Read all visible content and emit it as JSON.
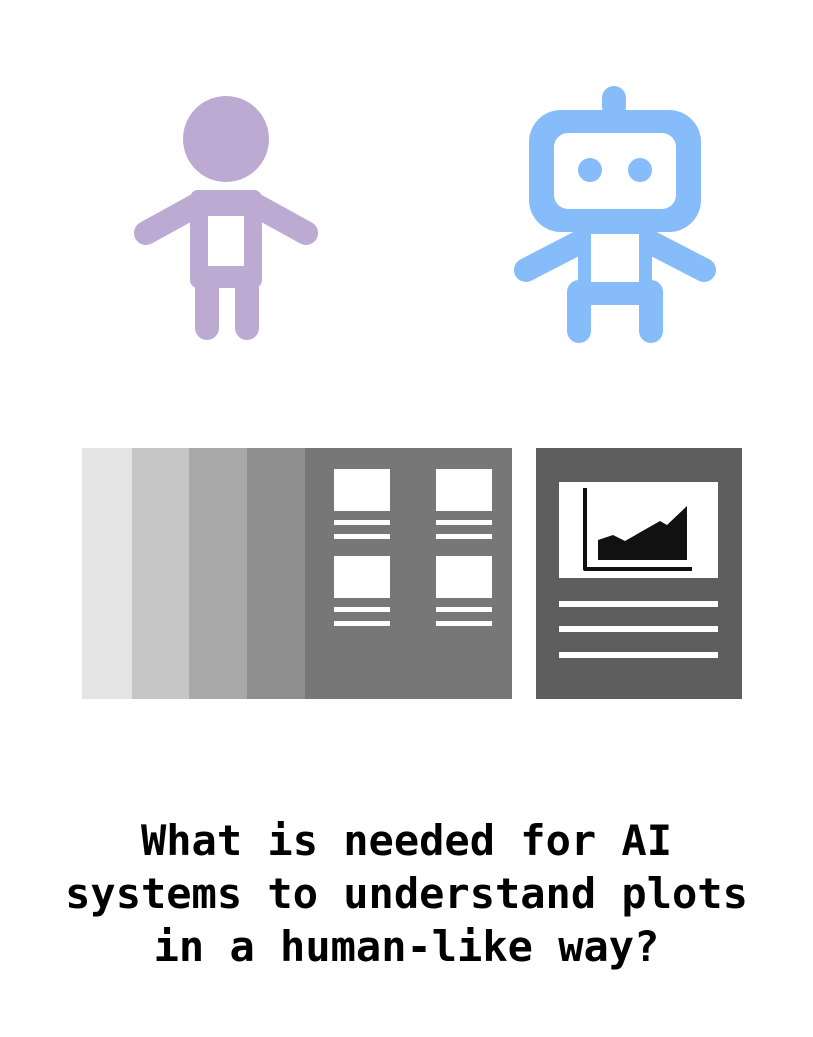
{
  "caption": {
    "line1": "What is needed for AI",
    "line2": "systems to understand plots",
    "line3": "in a human-like way?"
  },
  "icons": {
    "human": "child-figure-icon",
    "robot": "robot-figure-icon",
    "document_stack": "document-stack-icon",
    "chart_document": "chart-document-icon"
  },
  "colors": {
    "human": "#bdaad2",
    "robot": "#87bcfa",
    "stack_layers": [
      "#e4e4e4",
      "#c6c6c6",
      "#a9a9a9",
      "#8e8e8e",
      "#777777"
    ],
    "chart_document": "#5e5e5e",
    "chart_area": "#111111",
    "caption_text": "#000000"
  }
}
